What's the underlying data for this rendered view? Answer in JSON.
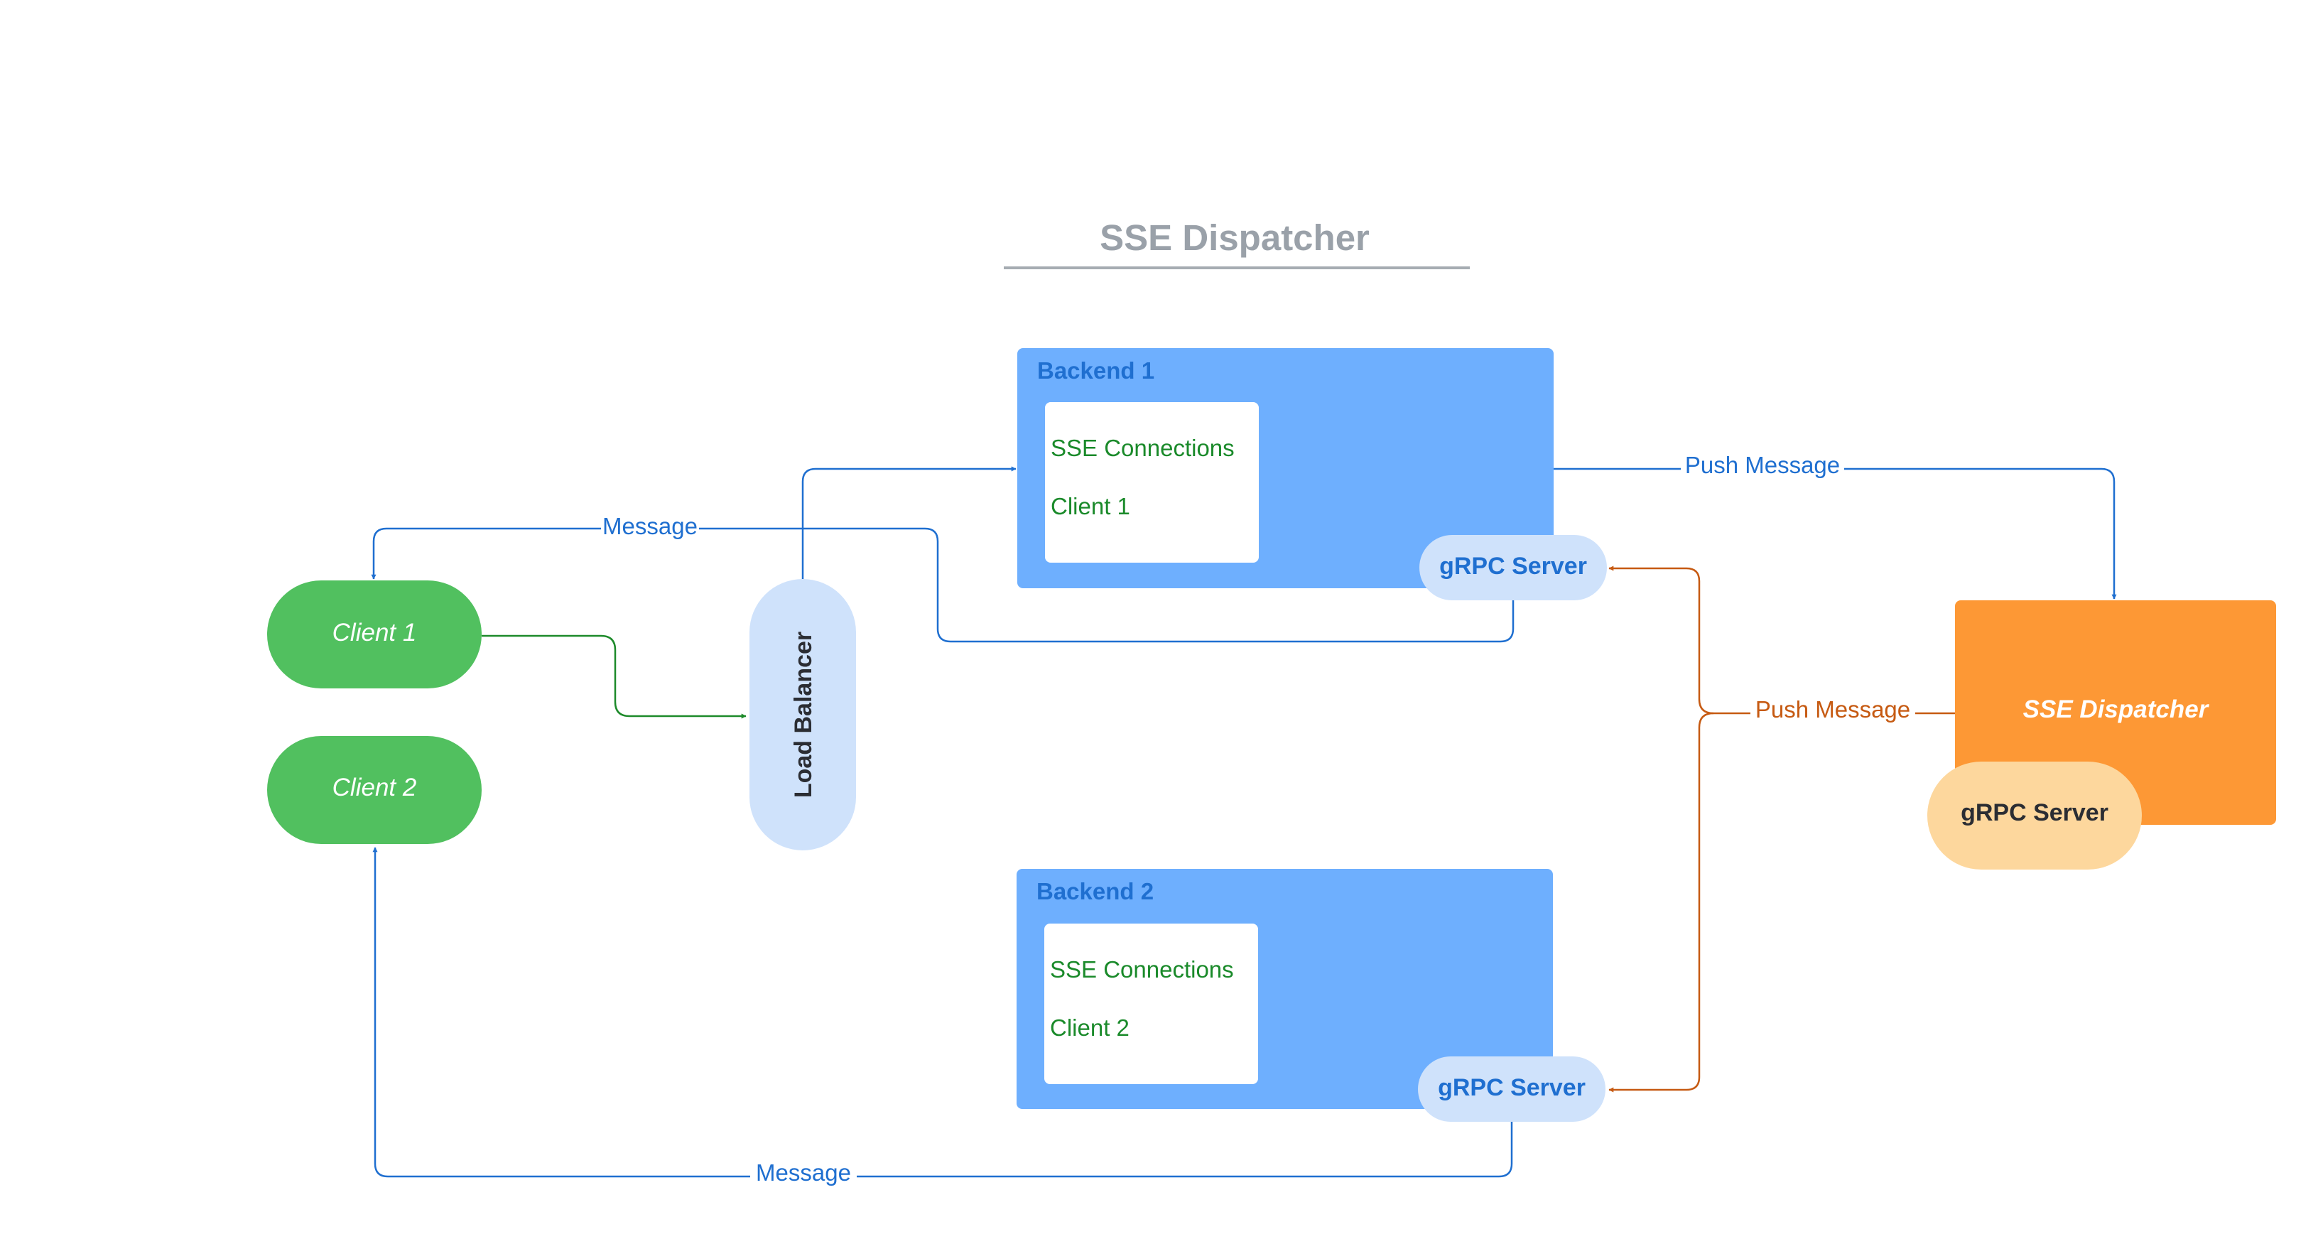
{
  "title": "SSE Dispatcher",
  "colors": {
    "title": "#9aa1a9",
    "backend_fill": "#6eaffe",
    "backend_label": "#1f6fd0",
    "client_fill": "#51c05f",
    "client_text": "#ffffff",
    "lb_fill": "#cfe2fb",
    "lb_text": "#2b2d33",
    "grpc_fill": "#cfe2fb",
    "grpc_text": "#1f6fd0",
    "conn_text": "#1a8a2a",
    "dispatcher_fill": "#fd9835",
    "dispatcher_grpc_fill": "#fdd79d",
    "blue_edge": "#1f6fd0",
    "green_edge": "#1d8a2a",
    "orange_edge": "#c65a12"
  },
  "nodes": {
    "client1": "Client 1",
    "client2": "Client 2",
    "load_balancer": "Load Balancer",
    "backend1": {
      "title": "Backend 1",
      "conn_title": "SSE Connections",
      "conn_client": "Client 1",
      "grpc": "gRPC Server"
    },
    "backend2": {
      "title": "Backend 2",
      "conn_title": "SSE Connections",
      "conn_client": "Client 2",
      "grpc": "gRPC Server"
    },
    "dispatcher": {
      "title": "SSE Dispatcher",
      "grpc": "gRPC Server"
    }
  },
  "edges": {
    "message_top": "Message",
    "message_bottom": "Message",
    "push_top": "Push Message",
    "push_mid": "Push Message"
  }
}
